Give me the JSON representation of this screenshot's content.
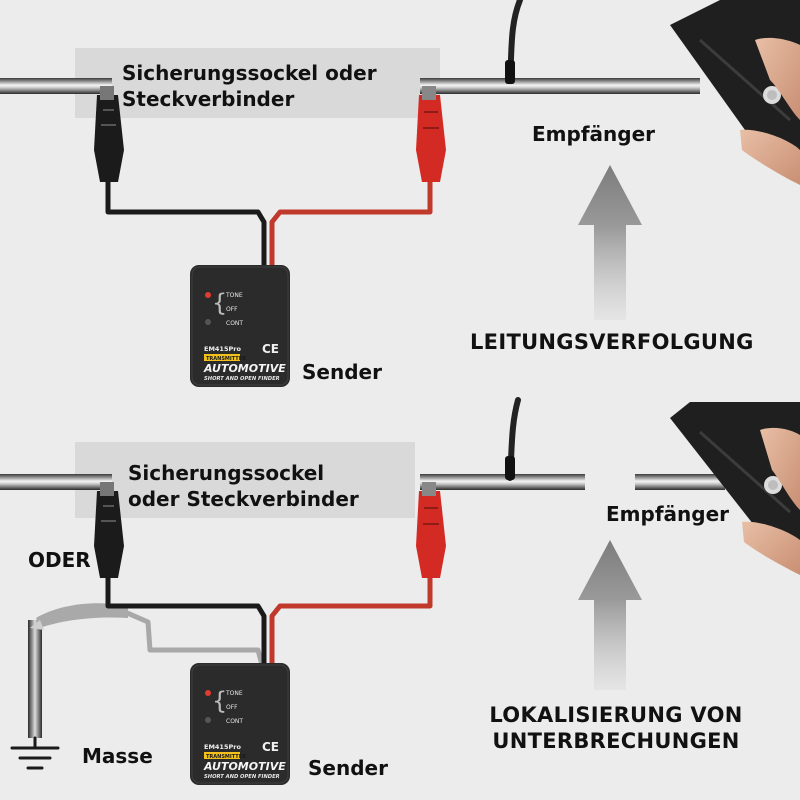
{
  "top": {
    "connector_label": "Sicherungssockel oder\nSteckverbinder",
    "receiver_label": "Empfänger",
    "sender_label": "Sender",
    "mode_label": "LEITUNGSVERFOLGUNG"
  },
  "bottom": {
    "connector_label": "Sicherungssockel\noder Steckverbinder",
    "receiver_label": "Empfänger",
    "sender_label": "Sender",
    "or_label": "ODER",
    "ground_label": "Masse",
    "mode_label": "LOKALISIERUNG VON\nUNTERBRECHUNGEN"
  },
  "device": {
    "switch_tone": "TONE",
    "switch_off": "OFF",
    "switch_cont": "CONT",
    "model": "EM415Pro",
    "badge": "TRANSMITTER",
    "ce_mark": "CE",
    "brand": "AUTOMOTIVE",
    "tagline": "SHORT AND OPEN FINDER"
  },
  "colors": {
    "panel_top": "#ececec",
    "panel_bottom": "#ececec",
    "label_box": "#d9d9d9",
    "wire_red": "#c0392b",
    "wire_black": "#1a1a1a",
    "clip_red": "#d42a24",
    "clip_black": "#1b1b1b",
    "arrow": "#8a8a8a",
    "device_body": "#2b2b2b",
    "badge_yellow": "#f2c21b"
  }
}
